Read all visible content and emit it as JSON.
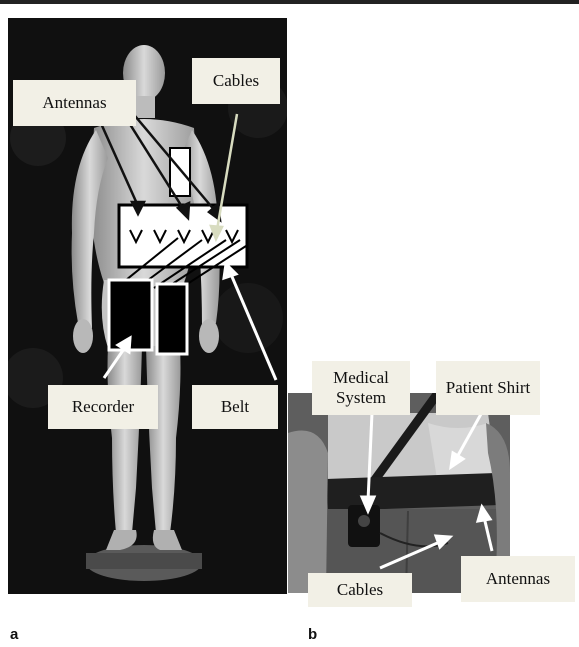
{
  "figure": {
    "panel_a": {
      "label": "a",
      "callouts": {
        "antennas": "Antennas",
        "cables": "Cables",
        "recorder": "Recorder",
        "belt": "Belt"
      }
    },
    "panel_b": {
      "label": "b",
      "callouts": {
        "medical_system": "Medical System",
        "patient_shirt": "Patient Shirt",
        "cables": "Cables",
        "antennas": "Antennas"
      }
    }
  },
  "colors": {
    "callout_bg": "#f2f0e6",
    "panel_a_bg": "#0b0b0b",
    "arrow_dark": "#111111",
    "arrow_light": "#ffffff",
    "arrow_cables": "#d8dcc0"
  }
}
